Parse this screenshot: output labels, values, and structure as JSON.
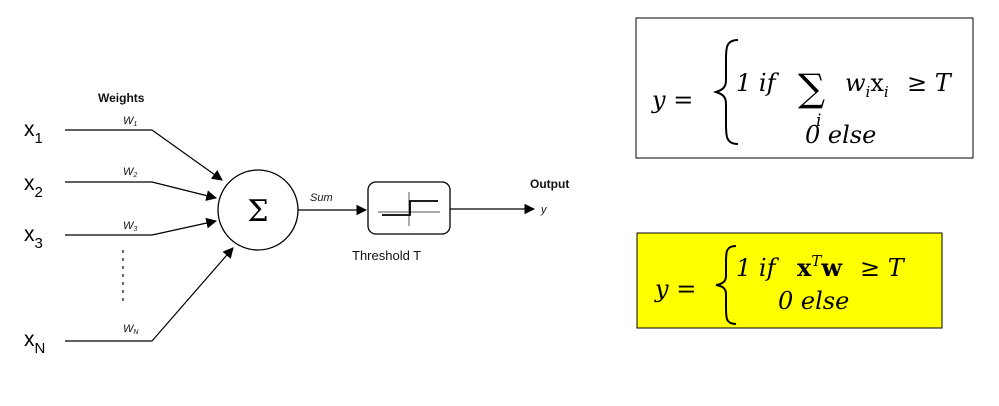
{
  "perceptron": {
    "weights_title": "Weights",
    "inputs": [
      {
        "base": "x",
        "sub": "1"
      },
      {
        "base": "x",
        "sub": "2"
      },
      {
        "base": "x",
        "sub": "3"
      },
      {
        "base": "x",
        "sub": "N"
      }
    ],
    "weights": [
      {
        "base": "W",
        "sub": "1"
      },
      {
        "base": "W",
        "sub": "2"
      },
      {
        "base": "W",
        "sub": "3"
      },
      {
        "base": "W",
        "sub": "N"
      }
    ],
    "summation_symbol": "Σ",
    "sum_label": "Sum",
    "threshold_label": "Threshold T",
    "output_title": "Output",
    "output_var": "y"
  },
  "formula_sum": {
    "lhs": "y =",
    "case1": "1 if",
    "sum_symbol": "∑",
    "sum_index": "i",
    "term_w": "w",
    "term_w_sub": "i",
    "term_x": "x",
    "term_x_sub": "i",
    "relation": "≥ T",
    "case2": "0 else"
  },
  "formula_vector": {
    "lhs": "y =",
    "case1": "1 if",
    "x_vec": "x",
    "transpose": "T",
    "w_vec": "w",
    "relation": "≥ T",
    "case2": "0 else",
    "highlight_color": "#ffff00"
  }
}
